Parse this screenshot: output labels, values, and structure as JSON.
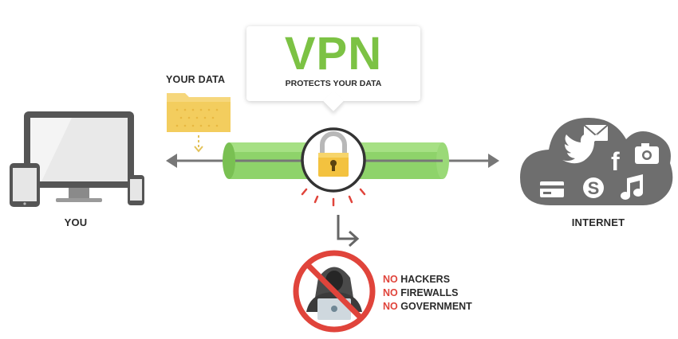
{
  "vpn": {
    "title": "VPN",
    "subtitle": "PROTECTS YOUR DATA"
  },
  "labels": {
    "your_data": "YOUR DATA",
    "you": "YOU",
    "internet": "INTERNET"
  },
  "blocked": {
    "prefix": "NO",
    "items": [
      "HACKERS",
      "FIREWALLS",
      "GOVERNMENT"
    ]
  },
  "icons": [
    "desktop-icon",
    "tablet-icon",
    "phone-icon",
    "folder-icon",
    "padlock-icon",
    "cloud-icon",
    "mail-icon",
    "twitter-icon",
    "facebook-icon",
    "camera-icon",
    "credit-card-icon",
    "skype-icon",
    "music-note-icon",
    "hacker-icon",
    "prohibited-icon"
  ],
  "colors": {
    "green": "#7cc244",
    "tube": "#8ed36a",
    "gray": "#6f6f6f",
    "light_gray": "#d8d8d8",
    "cloud": "#6e6e6e",
    "red": "#e0443b",
    "gold": "#f3c23f",
    "folder": "#f6d77c",
    "dark": "#2b2b2b"
  }
}
